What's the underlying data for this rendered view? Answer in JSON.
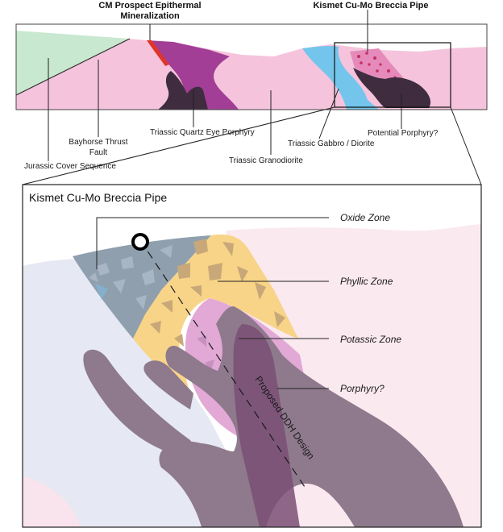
{
  "top_section": {
    "header_cm": [
      "CM Prospect Epithermal",
      "Mineralization"
    ],
    "header_kismet": "Kismet Cu-Mo Breccia Pipe",
    "labels": {
      "jurassic": "Jurassic Cover Sequence",
      "bayhorse": [
        "Bayhorse Thrust",
        "Fault"
      ],
      "quartz_eye": "Triassic Quartz Eye Porphyry",
      "granodiorite": "Triassic Granodiorite",
      "gabbro": "Triassic Gabbro / Diorite",
      "potential_porphyry": "Potential Porphyry?"
    }
  },
  "inset": {
    "title": "Kismet Cu-Mo Breccia Pipe",
    "zones": {
      "oxide": "Oxide Zone",
      "phyllic": "Phyllic Zone",
      "potassic": "Potassic Zone",
      "porphyry": "Porphyry?"
    },
    "ddh_label": "Proposed DDH Design"
  },
  "colors": {
    "granodiorite": "#f5c4dc",
    "jurassic": "#c8e8cf",
    "quartz_eye": "#a23e96",
    "gabbro": "#74c5ec",
    "porphyry": "#3f2c3e",
    "phyllic": "#f8d488",
    "potassic": "#e3a9d6",
    "inset_porphyry": "#8e7a8c",
    "oxide": "#8f9fae"
  }
}
